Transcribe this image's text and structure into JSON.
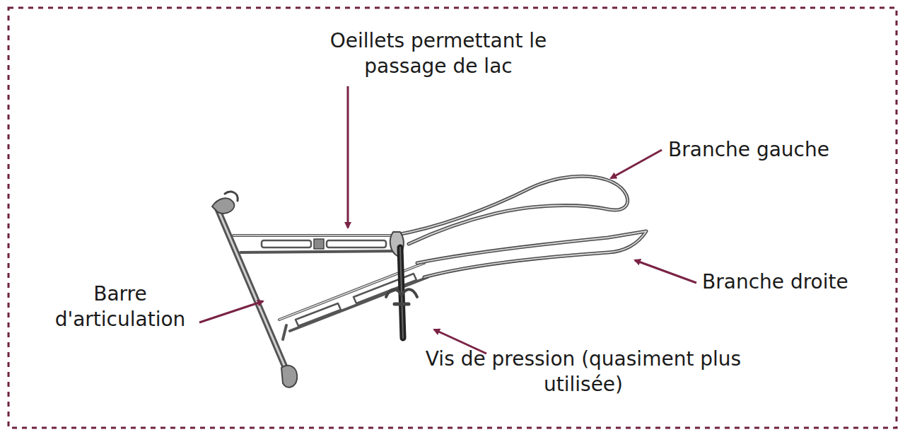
{
  "diagram": {
    "labels": [
      "Oeillets permettant le passage de lac",
      "Branche gauche",
      "Branche droite",
      "Barre d'articulation",
      "Vis de pression (quasiment plus utilisée)"
    ]
  }
}
